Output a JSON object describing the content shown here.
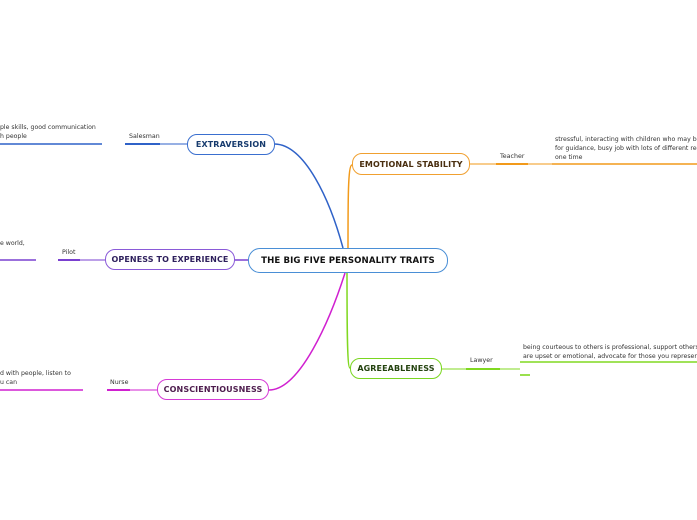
{
  "title": "THE BIG FIVE PERSONALITY TRAITS",
  "colors": {
    "extraversion": "#2f62c8",
    "openness": "#7a40d0",
    "conscientiousness": "#d020d0",
    "emotional_stability": "#f29a1a",
    "agreeableness": "#80d820"
  },
  "traits": {
    "extraversion": {
      "label": "EXTRAVERSION",
      "job": "Salesman",
      "description": "ple skills, good communication\nh people"
    },
    "openness": {
      "label": "OPENESS TO EXPERIENCE",
      "job": "Pilot",
      "description": "e world,"
    },
    "conscientiousness": {
      "label": "CONSCIENTIOUSNESS",
      "job": "Nurse",
      "description": "d with people, listen to\nu can"
    },
    "emotional_stability": {
      "label": "EMOTIONAL STABILITY",
      "job": "Teacher",
      "description": "stressful, interacting with children who may be upse\nfor guidance, busy job with lots of different require\none time"
    },
    "agreeableness": {
      "label": "AGREEABLENESS",
      "job": "Lawyer",
      "description": "being courteous to others is professional, support others who\nare upset or emotional, advocate for those you represent"
    }
  }
}
